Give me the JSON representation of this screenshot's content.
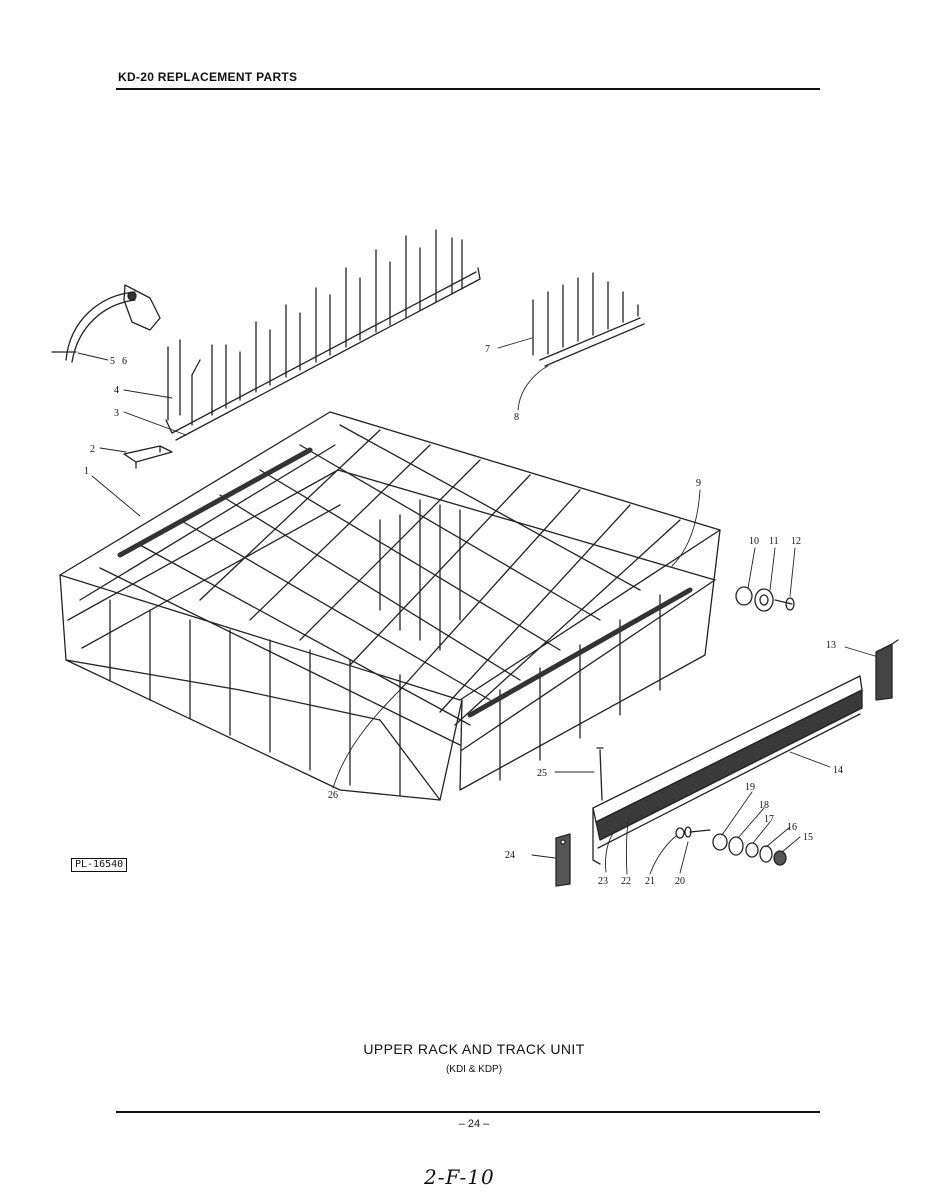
{
  "header": {
    "title": "KD-20 REPLACEMENT PARTS"
  },
  "figure": {
    "plate_id": "PL-16540",
    "callouts": [
      "1",
      "2",
      "3",
      "4",
      "5",
      "6",
      "7",
      "8",
      "9",
      "10",
      "11",
      "12",
      "13",
      "14",
      "15",
      "16",
      "17",
      "18",
      "19",
      "20",
      "21",
      "22",
      "23",
      "24",
      "25",
      "26"
    ]
  },
  "caption": {
    "title": "UPPER RACK AND TRACK UNIT",
    "subtitle": "(KDI & KDP)"
  },
  "footer": {
    "page_number": "– 24 –",
    "handwritten_note": "2-F-10"
  }
}
